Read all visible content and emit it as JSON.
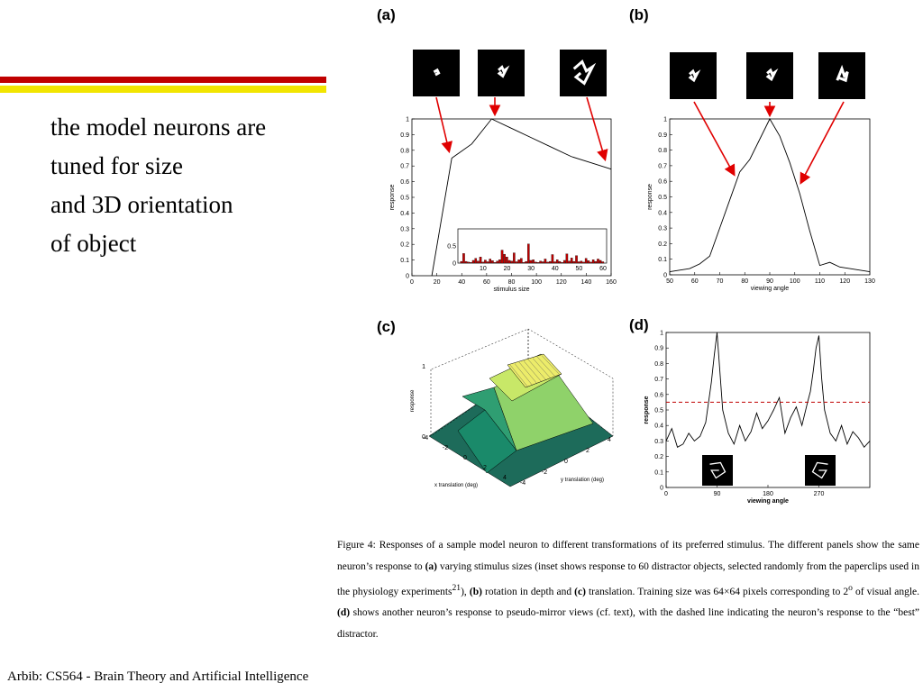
{
  "slide": {
    "lines": [
      "the model neurons are",
      "tuned for size",
      "and 3D orientation",
      "of object"
    ],
    "footer": "Arbib: CS564 - Brain Theory and Artificial Intelligence",
    "colors": {
      "stripe_red": "#c00000",
      "stripe_yellow": "#f2e500"
    }
  },
  "figure": {
    "caption": {
      "label": "Figure 4:",
      "p1": " Responses of a sample model neuron to different transformations of its preferred stimulus. The different panels show the same neuron’s response to ",
      "b1": "(a)",
      "p2": " varying stimulus sizes (inset shows response to 60 distractor objects, selected randomly from the paperclips used in the physiology experiments",
      "ref": "21",
      "p3": "), ",
      "b2": "(b)",
      "p4": " rotation in depth and ",
      "b3": "(c)",
      "p5": " translation. Training size was 64",
      "times": "×",
      "p6": "64 pixels corresponding to 2",
      "deg": "o",
      "p7": " of visual angle. ",
      "b4": "(d)",
      "p8": " shows another neuron’s response to pseudo-mirror views (cf. text), with the dashed line indicating the neuron’s response to the “best” distractor."
    }
  },
  "chart_data": [
    {
      "panel": "(a)",
      "type": "line",
      "xlabel": "stimulus size",
      "ylabel": "response",
      "xlim": [
        0,
        160
      ],
      "ylim": [
        0,
        1
      ],
      "xticks": [
        0,
        20,
        40,
        60,
        80,
        100,
        120,
        140,
        160
      ],
      "yticks": [
        0,
        0.1,
        0.2,
        0.3,
        0.4,
        0.5,
        0.6,
        0.7,
        0.8,
        0.9,
        1
      ],
      "x": [
        16,
        32,
        48,
        64,
        80,
        96,
        112,
        128,
        144,
        160
      ],
      "y": [
        0.0,
        0.75,
        0.84,
        1.0,
        0.94,
        0.88,
        0.82,
        0.76,
        0.72,
        0.68
      ],
      "inset": {
        "type": "bar",
        "xticks": [
          10,
          20,
          30,
          40,
          50,
          60
        ],
        "yticks": [
          0,
          0.5
        ],
        "ylim": [
          0,
          1
        ],
        "values": [
          0.05,
          0.28,
          0.05,
          0.03,
          0.02,
          0.08,
          0.14,
          0.06,
          0.18,
          0.03,
          0.09,
          0.04,
          0.12,
          0.07,
          0.02,
          0.06,
          0.1,
          0.38,
          0.26,
          0.18,
          0.08,
          0.06,
          0.3,
          0.04,
          0.1,
          0.14,
          0.02,
          0.05,
          0.56,
          0.08,
          0.1,
          0.03,
          0.02,
          0.06,
          0.04,
          0.12,
          0.03,
          0.05,
          0.25,
          0.04,
          0.1,
          0.05,
          0.02,
          0.08,
          0.27,
          0.06,
          0.15,
          0.05,
          0.22,
          0.04,
          0.06,
          0.03,
          0.14,
          0.07,
          0.03,
          0.1,
          0.05,
          0.12,
          0.08,
          0.04
        ]
      }
    },
    {
      "panel": "(b)",
      "type": "line",
      "xlabel": "viewing angle",
      "ylabel": "response",
      "xlim": [
        50,
        130
      ],
      "ylim": [
        0,
        1
      ],
      "xticks": [
        50,
        60,
        70,
        80,
        90,
        100,
        110,
        120,
        130
      ],
      "yticks": [
        0,
        0.1,
        0.2,
        0.3,
        0.4,
        0.5,
        0.6,
        0.7,
        0.8,
        0.9,
        1
      ],
      "x": [
        50,
        54,
        58,
        62,
        66,
        70,
        74,
        78,
        82,
        86,
        90,
        94,
        98,
        102,
        106,
        110,
        114,
        118,
        122,
        126,
        130
      ],
      "y": [
        0.02,
        0.03,
        0.04,
        0.07,
        0.12,
        0.3,
        0.48,
        0.66,
        0.74,
        0.87,
        1.0,
        0.89,
        0.72,
        0.52,
        0.28,
        0.06,
        0.08,
        0.05,
        0.04,
        0.03,
        0.02
      ]
    },
    {
      "panel": "(c)",
      "type": "surface",
      "xlabel": "x translation (deg)",
      "ylabel": "y translation (deg)",
      "zlabel": "response",
      "xticks": [
        -4,
        -2,
        0,
        2,
        4
      ],
      "yticks": [
        -4,
        -2,
        0,
        2,
        4
      ],
      "zticks": [
        0,
        1
      ]
    },
    {
      "panel": "(d)",
      "type": "line",
      "xlabel": "viewing angle",
      "ylabel": "response",
      "xlim": [
        0,
        360
      ],
      "ylim": [
        0,
        1
      ],
      "xticks": [
        0,
        90,
        180,
        270
      ],
      "yticks": [
        0,
        0.1,
        0.2,
        0.3,
        0.4,
        0.5,
        0.6,
        0.7,
        0.8,
        0.9,
        1
      ],
      "threshold": 0.55,
      "x": [
        0,
        10,
        20,
        30,
        40,
        50,
        60,
        70,
        75,
        80,
        85,
        90,
        95,
        100,
        110,
        120,
        130,
        140,
        150,
        160,
        170,
        180,
        190,
        200,
        210,
        220,
        230,
        240,
        250,
        255,
        260,
        265,
        270,
        275,
        280,
        290,
        300,
        310,
        320,
        330,
        340,
        350,
        360
      ],
      "y": [
        0.3,
        0.38,
        0.26,
        0.28,
        0.35,
        0.3,
        0.33,
        0.42,
        0.55,
        0.68,
        0.85,
        1.0,
        0.75,
        0.5,
        0.35,
        0.28,
        0.4,
        0.3,
        0.36,
        0.48,
        0.38,
        0.43,
        0.5,
        0.58,
        0.35,
        0.45,
        0.52,
        0.4,
        0.55,
        0.62,
        0.75,
        0.9,
        0.98,
        0.7,
        0.5,
        0.35,
        0.3,
        0.4,
        0.28,
        0.36,
        0.32,
        0.26,
        0.3
      ]
    }
  ]
}
